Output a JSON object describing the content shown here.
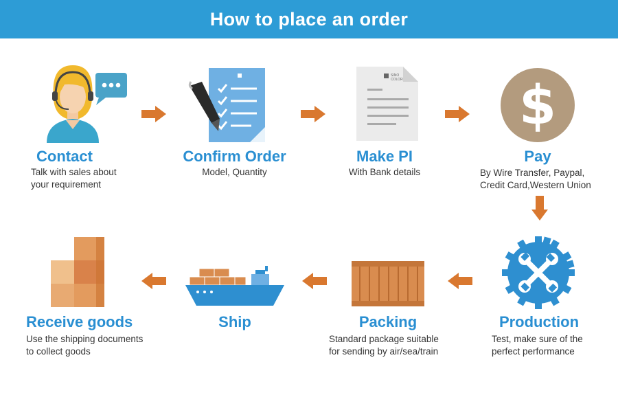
{
  "header": {
    "title": "How to place an order"
  },
  "steps": [
    {
      "title": "Contact",
      "desc": [
        "Talk with sales about",
        "your requirement"
      ],
      "icon": "operator-headset-icon"
    },
    {
      "title": "Confirm Order",
      "desc": [
        "Model, Quantity"
      ],
      "icon": "checklist-pen-icon"
    },
    {
      "title": "Make PI",
      "desc": [
        "With Bank details"
      ],
      "icon": "document-icon"
    },
    {
      "title": "Pay",
      "desc": [
        "By Wire Transfer, Paypal,",
        "Credit Card,Western Union"
      ],
      "icon": "dollar-coin-icon"
    },
    {
      "title": "Production",
      "desc": [
        "Test, make sure of the",
        "perfect performance"
      ],
      "icon": "gear-tools-icon"
    },
    {
      "title": "Packing",
      "desc": [
        "Standard package suitable",
        "for sending by air/sea/train"
      ],
      "icon": "wooden-crate-icon"
    },
    {
      "title": "Ship",
      "desc": [],
      "icon": "cargo-ship-icon"
    },
    {
      "title": "Receive goods",
      "desc": [
        "Use the shipping documents",
        "to collect goods"
      ],
      "icon": "boxes-icon"
    }
  ],
  "doc_logo": {
    "line1": "SINO",
    "line2": "COLOR"
  },
  "colors": {
    "banner": "#2d9cd6",
    "title": "#2a8fd2",
    "arrow": "#d9782f",
    "coin": "#b39b7e",
    "gear": "#2e8fd0",
    "crate": "#d98c4f"
  }
}
